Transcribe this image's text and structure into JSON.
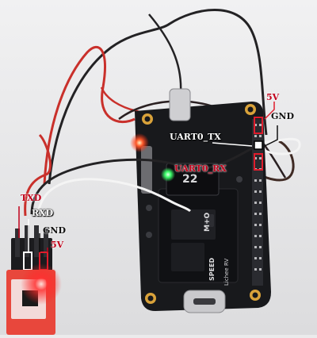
{
  "annotations": {
    "board": {
      "five_v": "5V",
      "gnd": "GND",
      "uart_tx": "UART0_TX",
      "uart_rx": "UART0_RX"
    },
    "adapter": {
      "txd": "TXD",
      "rxd": "RXD",
      "gnd": "GND",
      "five_v": "5V"
    }
  },
  "board_silkscreen": {
    "brand": "SPEED",
    "model": "Lichee RV",
    "module_mark": "M+O",
    "chip_digits": "22"
  },
  "colors": {
    "background": "#ebebec",
    "board": "#18191c",
    "wire_black": "#232224",
    "wire_red": "#c9302b",
    "wire_white": "#f4f4f4",
    "wire_brown": "#3f2a24",
    "led_red": "#ff3a1c",
    "led_green": "#3cff6a",
    "highlight_red": "#e01c2c"
  }
}
